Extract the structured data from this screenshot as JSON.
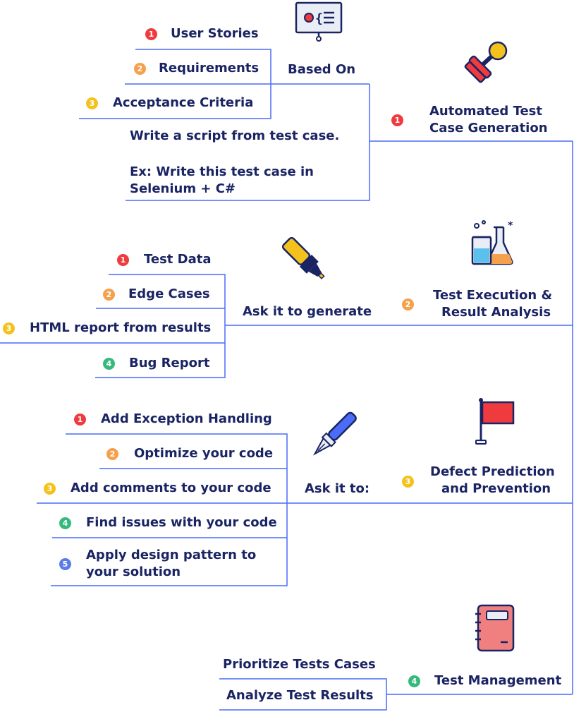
{
  "sections": [
    {
      "number": "1",
      "title_line1": "Automated Test",
      "title_line2": "Case Generation",
      "icon": "presentation-board-icon",
      "icon2": "rubber-stamp-icon",
      "connector": "Based On",
      "items": [
        {
          "number": "1",
          "label": "User Stories"
        },
        {
          "number": "2",
          "label": "Requirements"
        },
        {
          "number": "3",
          "label": "Acceptance Criteria"
        }
      ],
      "note_line1": "Write a script from test case.",
      "note_line2": "Ex: Write this test case in",
      "note_line3": "Selenium + C#"
    },
    {
      "number": "2",
      "title_line1": "Test Execution &",
      "title_line2": "Result Analysis",
      "icon": "lab-flask-icon",
      "icon2": "highlighter-marker-icon",
      "connector": "Ask it to generate",
      "items": [
        {
          "number": "1",
          "label": "Test Data"
        },
        {
          "number": "2",
          "label": "Edge Cases"
        },
        {
          "number": "3",
          "label": "HTML report from results"
        },
        {
          "number": "4",
          "label": "Bug Report"
        }
      ]
    },
    {
      "number": "3",
      "title_line1": "Defect Prediction",
      "title_line2": "and Prevention",
      "icon": "red-flag-icon",
      "icon2": "fountain-pen-icon",
      "connector": "Ask it to:",
      "items": [
        {
          "number": "1",
          "label": "Add Exception Handling"
        },
        {
          "number": "2",
          "label": "Optimize your code"
        },
        {
          "number": "3",
          "label": "Add comments to your code"
        },
        {
          "number": "4",
          "label": "Find issues with your code"
        },
        {
          "number": "5",
          "label_line1": "Apply design pattern to",
          "label_line2": "your solution"
        }
      ]
    },
    {
      "number": "4",
      "title": "Test Management",
      "icon": "notebook-icon",
      "items": [
        {
          "label": "Prioritize Tests Cases"
        },
        {
          "label": "Analyze Test Results"
        }
      ]
    }
  ],
  "colors": {
    "line": "#4a6cf7",
    "text": "#1a2463",
    "badge_red": "#ef3b3e",
    "badge_orange": "#f5a04c",
    "badge_yellow": "#f4c21c",
    "badge_green": "#35b97d",
    "badge_blue": "#5b7be8"
  }
}
